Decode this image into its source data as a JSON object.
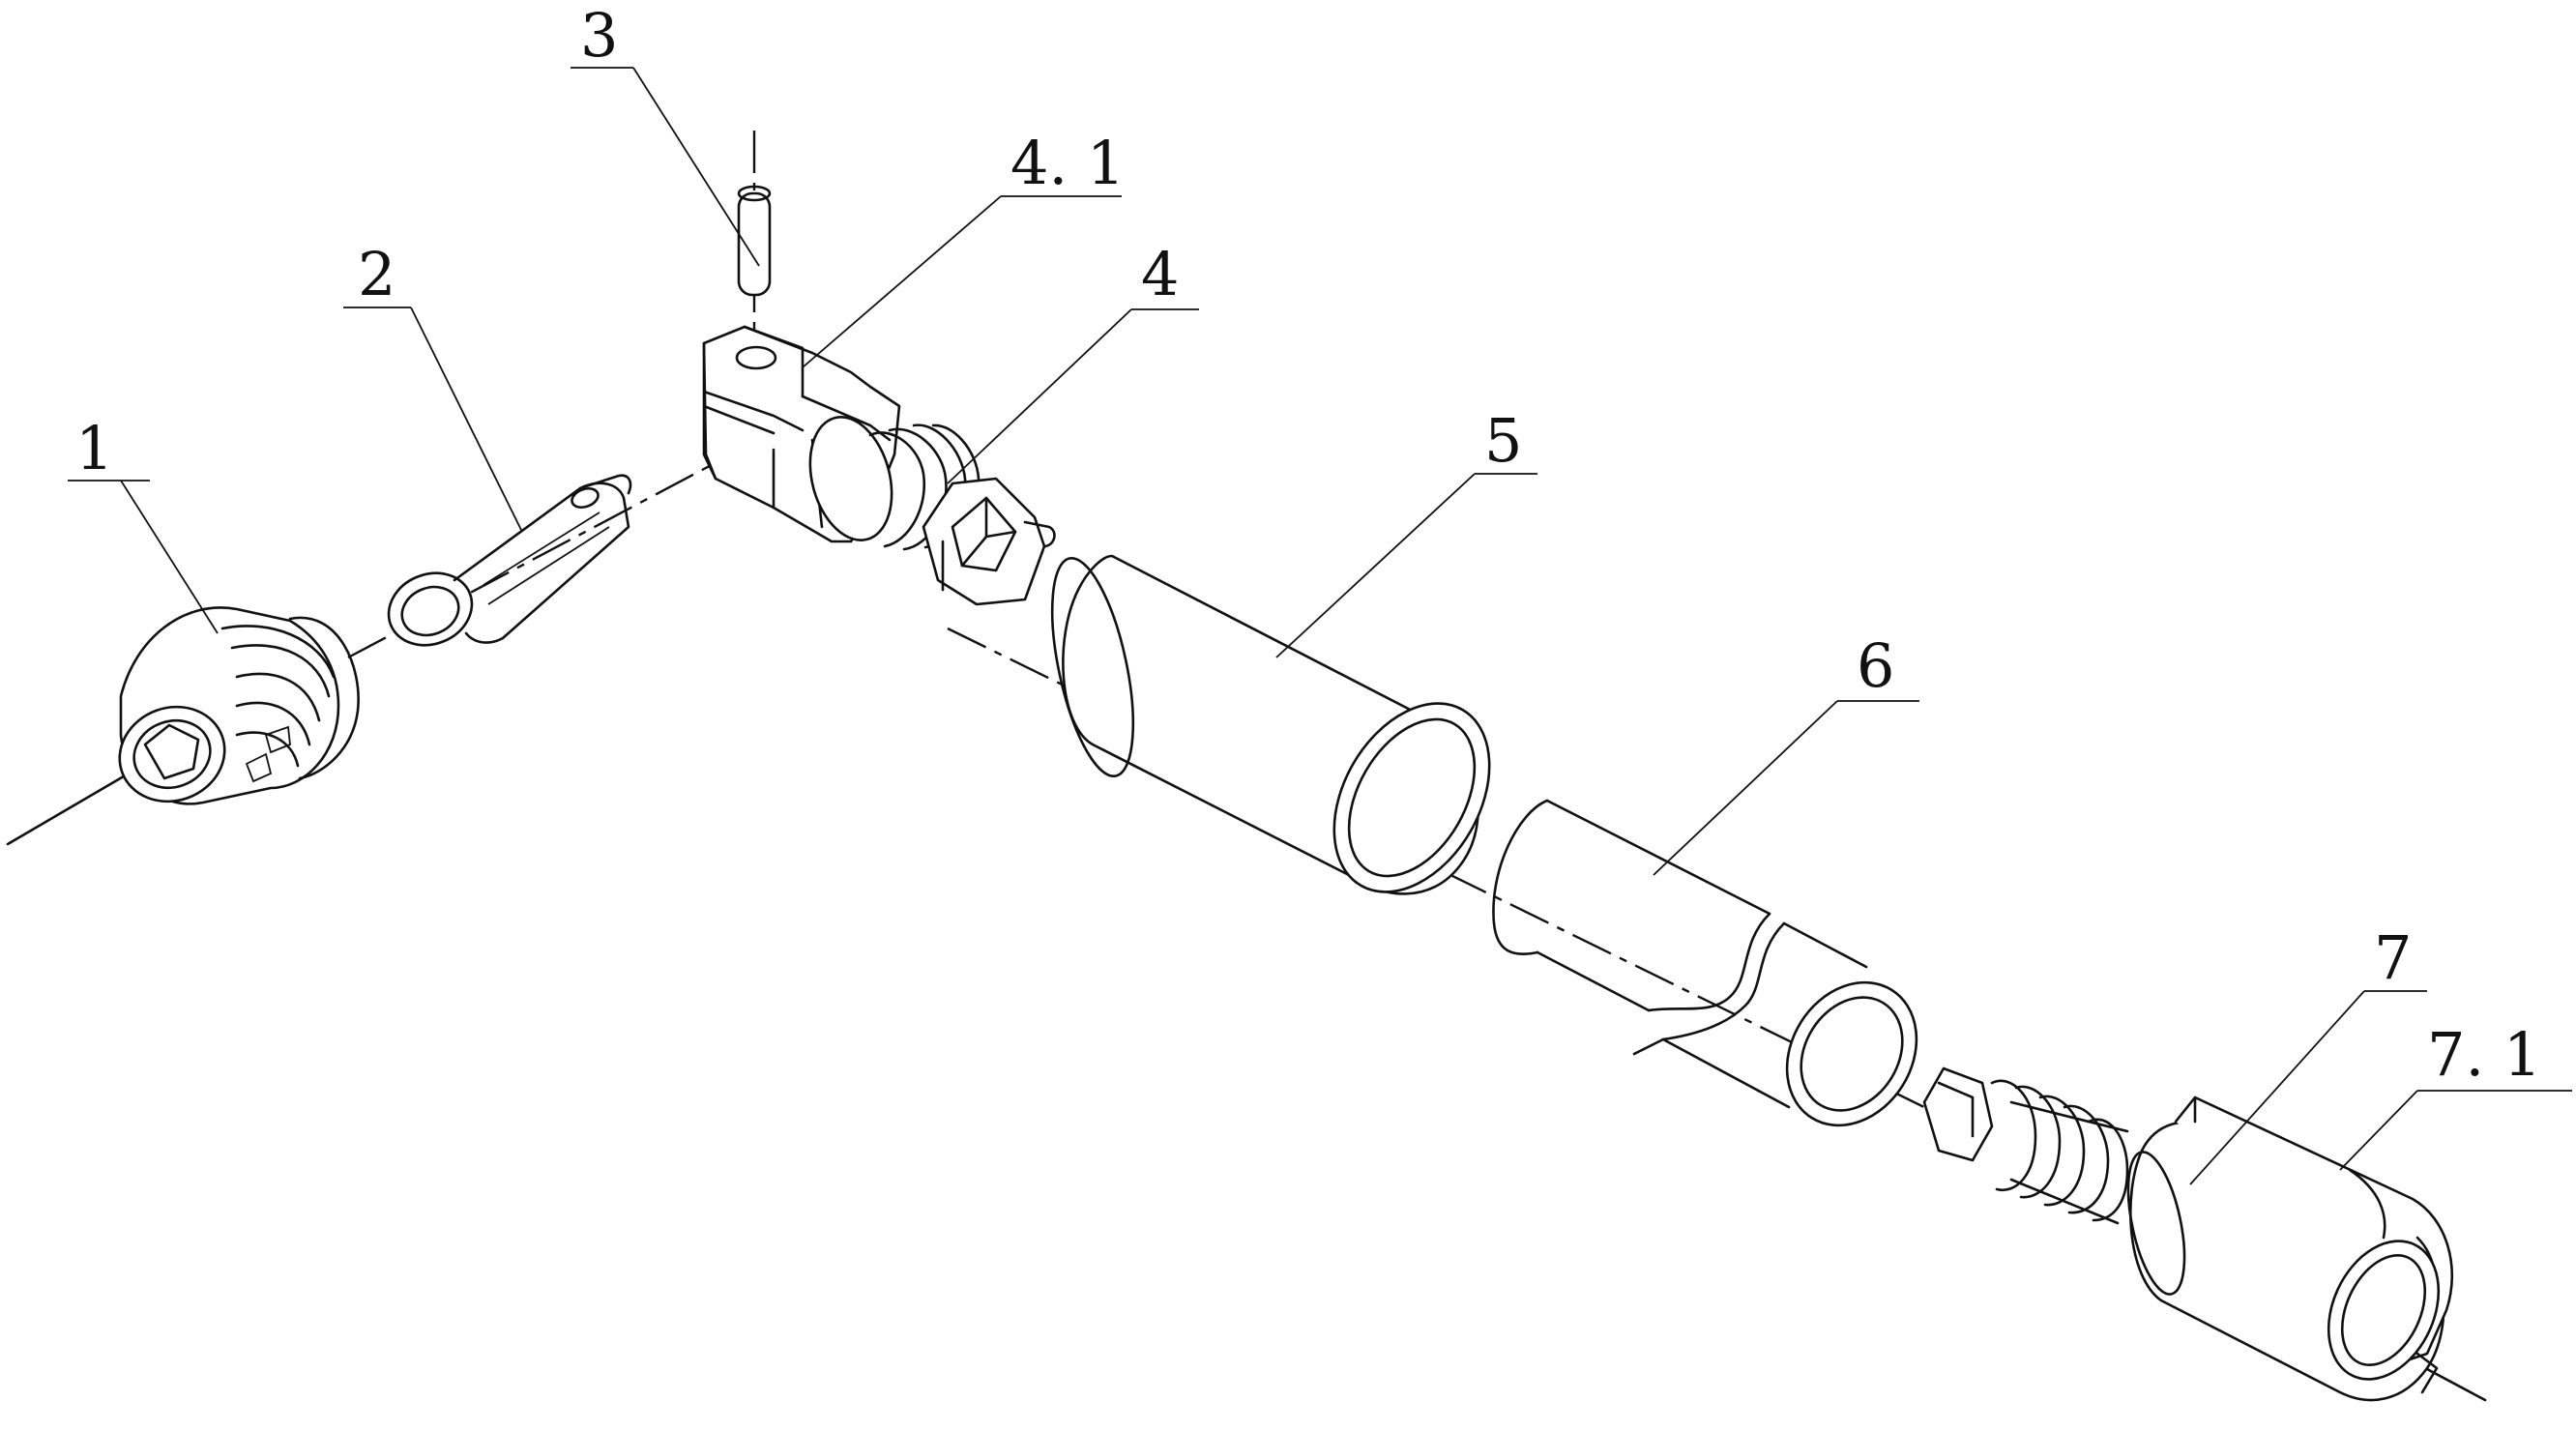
{
  "labels": {
    "part_1": "1",
    "part_2": "2",
    "part_3": "3",
    "part_4": "4",
    "part_4_1": "4. 1",
    "part_5": "5",
    "part_6": "6",
    "part_7": "7",
    "part_7_1": "7. 1"
  }
}
